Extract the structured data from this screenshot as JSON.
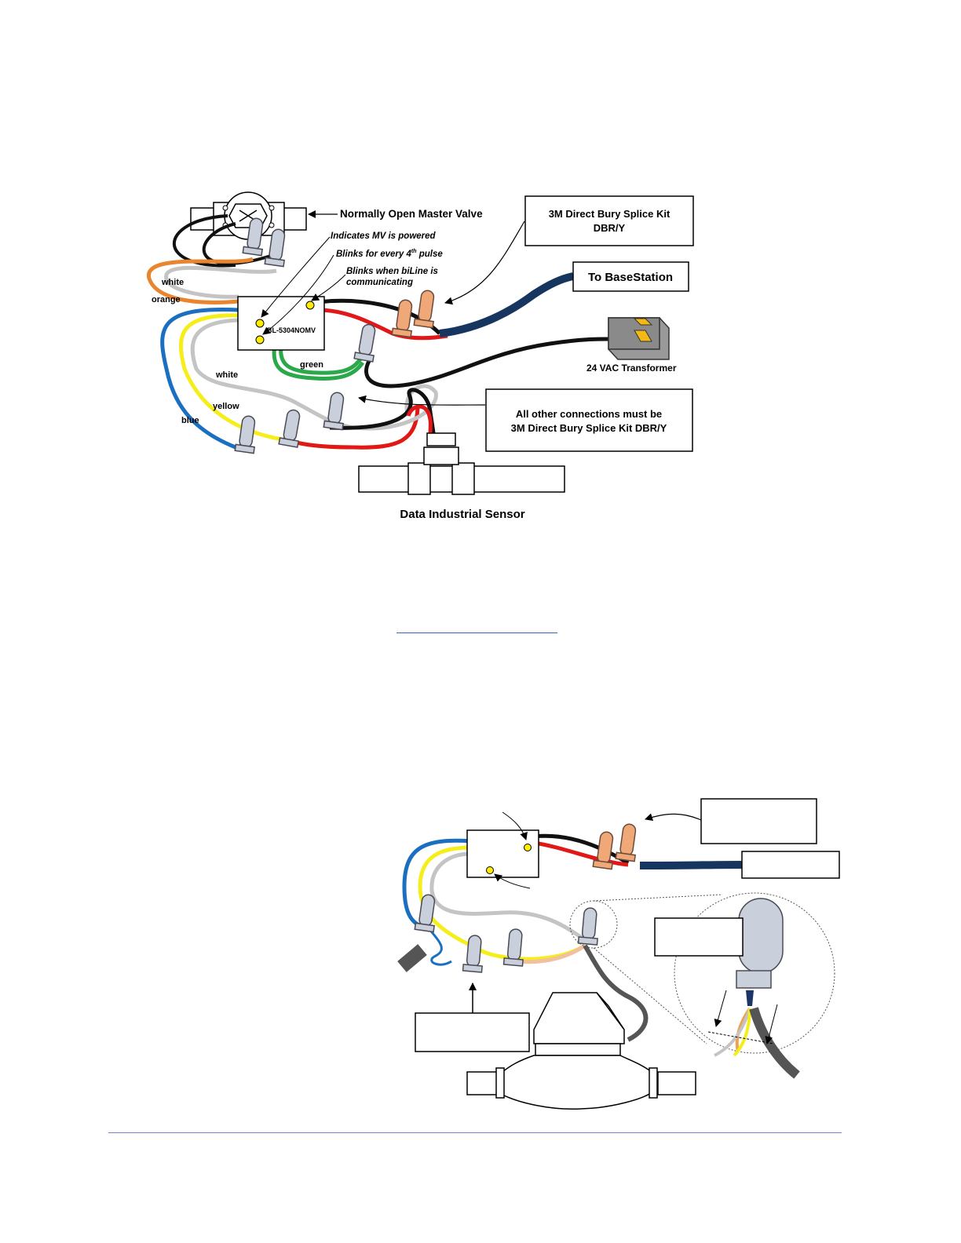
{
  "diagram1": {
    "valve_label": "Normally Open Master Valve",
    "splice_kit_box": [
      "3M Direct Bury Splice Kit",
      "DBR/Y"
    ],
    "basestation_box": "To BaseStation",
    "transformer_label": "24 VAC Transformer",
    "other_connections_box": [
      "All other connections must be",
      "3M Direct Bury Splice Kit DBR/Y"
    ],
    "sensor_label": "Data Industrial Sensor",
    "device_label": "BL-5304NOMV",
    "led_notes": {
      "powered": "Indicates MV is powered",
      "pulse_prefix": "Blinks for every 4",
      "pulse_sup": "th",
      "pulse_suffix": " pulse",
      "comm_line1": "Blinks when biLine is",
      "comm_line2": "communicating"
    },
    "wire_labels": {
      "white_top": "white",
      "orange": "orange",
      "green": "green",
      "white_mid": "white",
      "yellow": "yellow",
      "blue": "blue"
    }
  },
  "colors": {
    "orange": "#e8852e",
    "white_wire": "#c4c4c4",
    "blue": "#1a6fc0",
    "yellow": "#f5ee1a",
    "green": "#2aa84a",
    "red": "#e01818",
    "black": "#111111",
    "cable": "#17365f",
    "connector_gray": "#c9d0dc",
    "connector_tan": "#f0a878",
    "led": "#ffee00",
    "footer_rule": "#6f86c6",
    "link_rule": "#3b62c9"
  }
}
